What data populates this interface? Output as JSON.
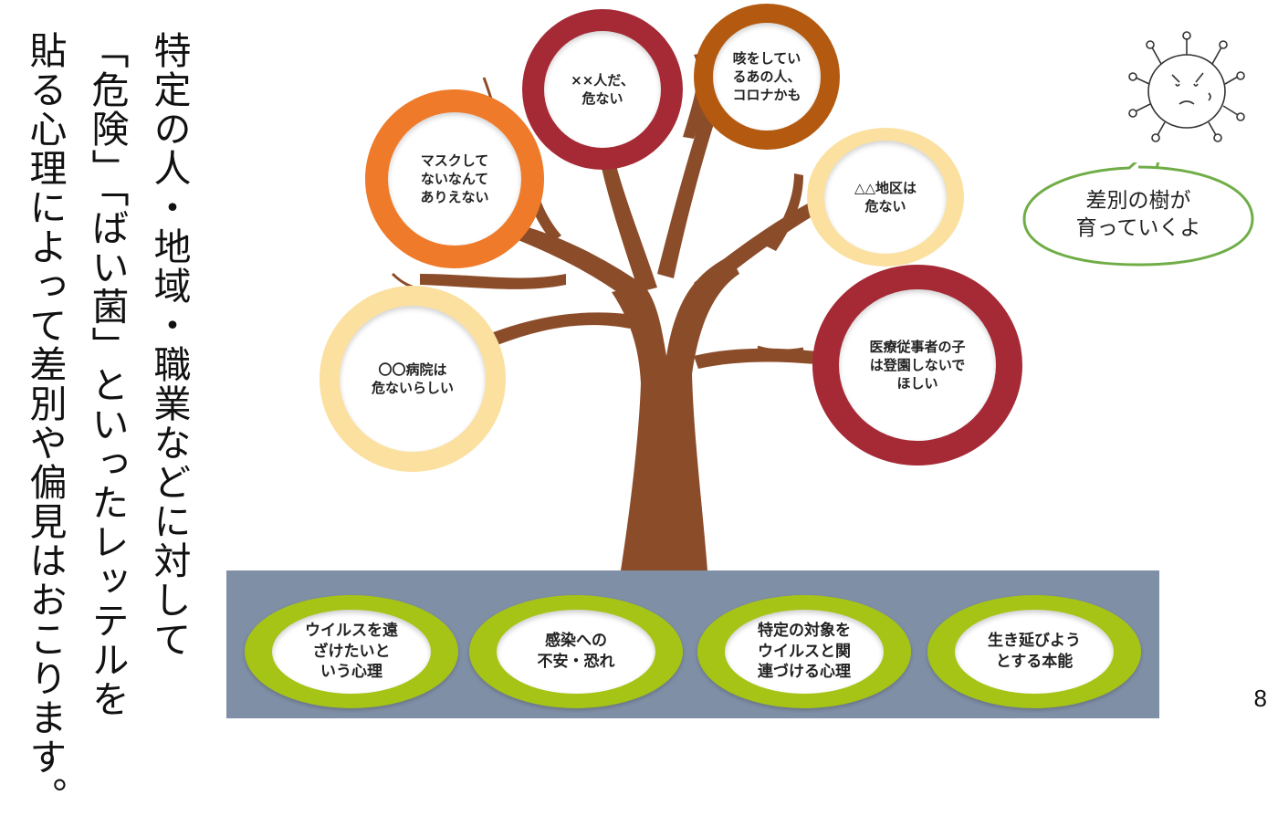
{
  "main_text": {
    "line1": "特定の人・地域・職業などに対して",
    "line2": "「危険」「ばい菌」といったレッテルを",
    "line3": "貼る心理によって差別や偏見はおこります。"
  },
  "tree_bubbles": [
    {
      "label": "××人だ、\n危ない",
      "ring_color": "#a52a35"
    },
    {
      "label": "咳をしてい\nるあの人、\nコロナかも",
      "ring_color": "#b35a10"
    },
    {
      "label": "マスクして\nないなんて\nありえない",
      "ring_color": "#ee7a2a"
    },
    {
      "label": "△△地区は\n危ない",
      "ring_color": "#fbe0a0"
    },
    {
      "label": "〇〇病院は\n危ないらしい",
      "ring_color": "#fbe0a0"
    },
    {
      "label": "医療従事者の子\nは登園しないで\nほしい",
      "ring_color": "#a52a35"
    }
  ],
  "roots": [
    {
      "label": "ウイルスを遠\nざけたいと\nいう心理"
    },
    {
      "label": "感染への\n不安・恐れ"
    },
    {
      "label": "特定の対象を\nウイルスと関\n連づける心理"
    },
    {
      "label": "生き延びよう\nとする本能"
    }
  ],
  "speech_bubble": {
    "text": "差別の樹が\n育っていくよ",
    "border_color": "#70ad47"
  },
  "virus_icon": "virus-character-icon",
  "colors": {
    "trunk": "#8b4c2a",
    "ground": "#7f8fa6",
    "root_ring": "#a6c415"
  },
  "page_number": "8"
}
